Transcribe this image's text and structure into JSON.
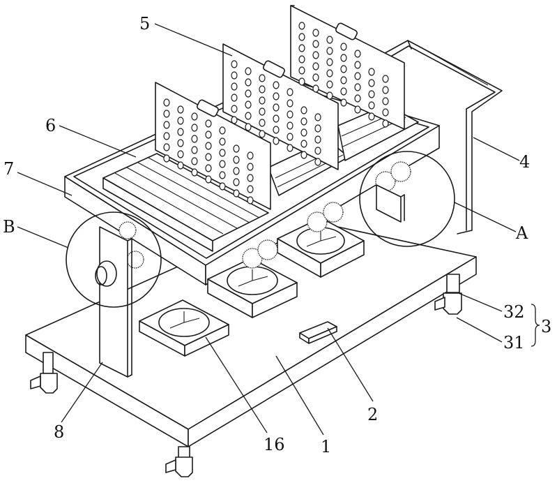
{
  "figure": {
    "type": "patent-style isometric line drawing",
    "subject": "mobile cart with perforated baskets, gear drives and fans"
  },
  "labels": [
    {
      "id": "1",
      "text": "1"
    },
    {
      "id": "2",
      "text": "2"
    },
    {
      "id": "3",
      "text": "3"
    },
    {
      "id": "4",
      "text": "4"
    },
    {
      "id": "5",
      "text": "5"
    },
    {
      "id": "6",
      "text": "6"
    },
    {
      "id": "7",
      "text": "7"
    },
    {
      "id": "8",
      "text": "8"
    },
    {
      "id": "16",
      "text": "16"
    },
    {
      "id": "31",
      "text": "31"
    },
    {
      "id": "32",
      "text": "32"
    },
    {
      "id": "A",
      "text": "A"
    },
    {
      "id": "B",
      "text": "B"
    }
  ],
  "groups": [
    {
      "name": "3",
      "members": [
        "31",
        "32"
      ],
      "bracket": "}"
    }
  ],
  "detail_circles": [
    "A",
    "B"
  ],
  "colors": {
    "line": "#1a1a1a",
    "background": "#ffffff"
  }
}
